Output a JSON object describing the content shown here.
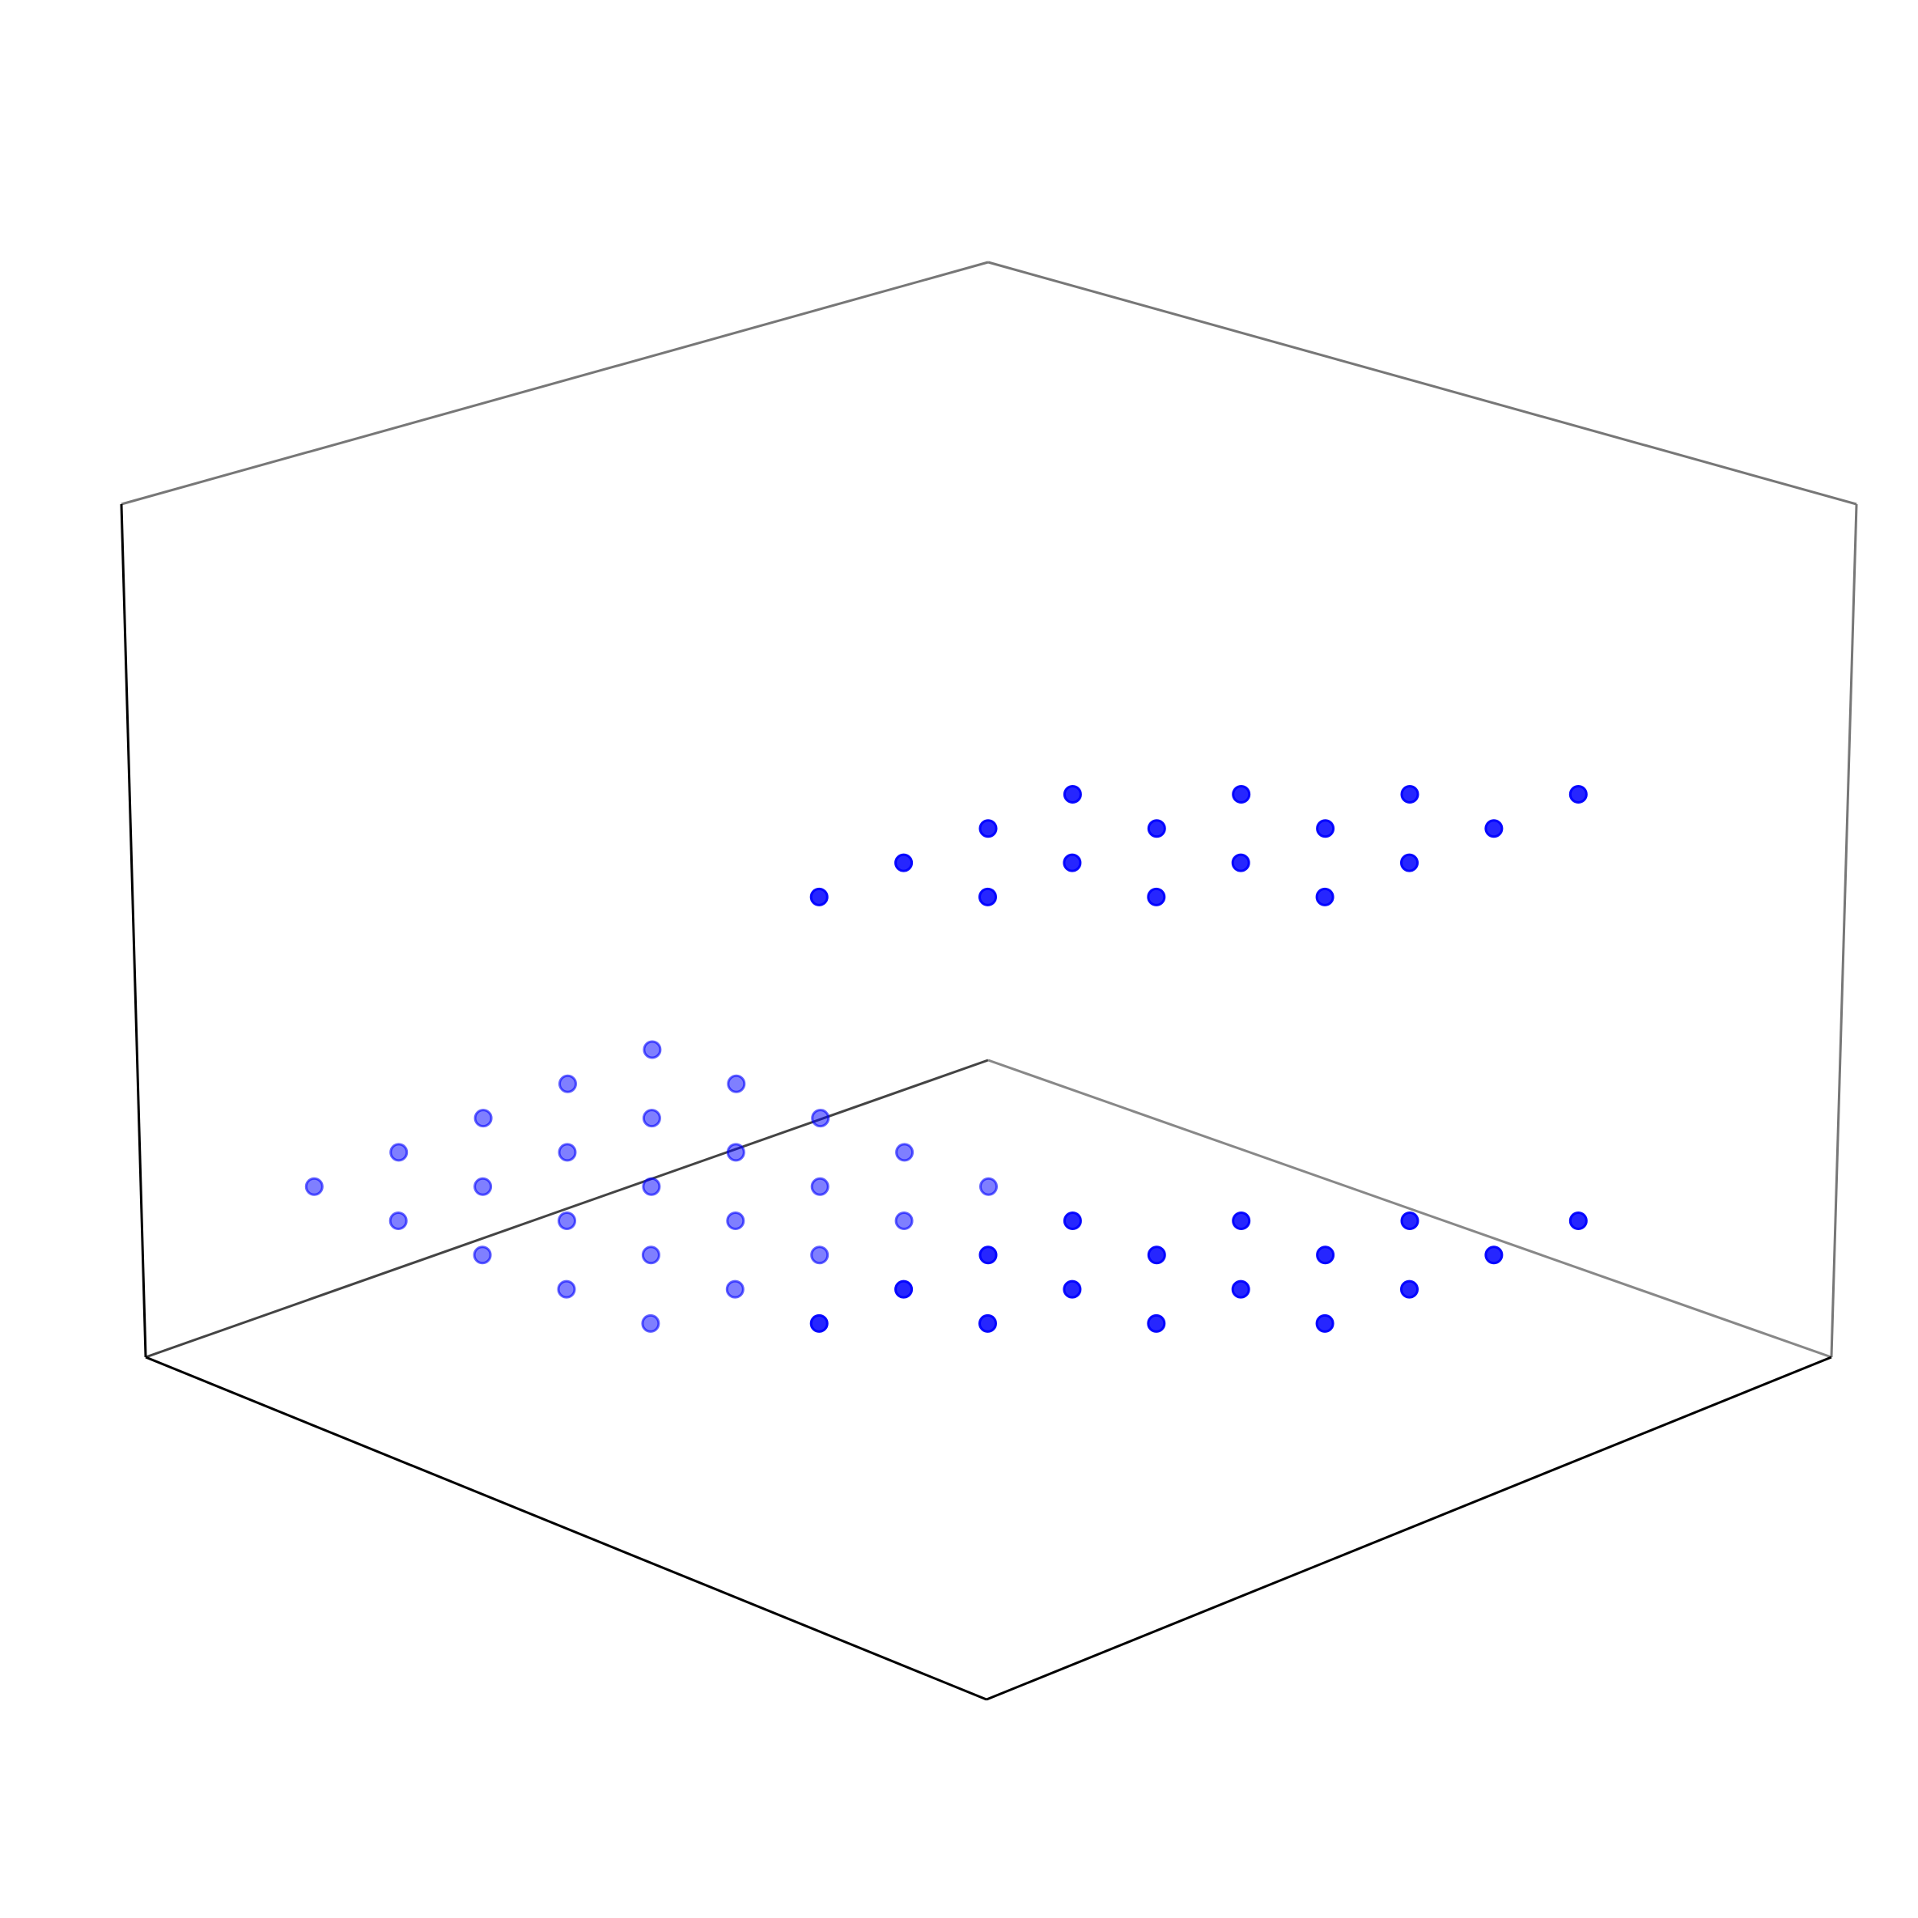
{
  "chart_data": {
    "type": "scatter",
    "dimensions": 3,
    "title": "",
    "xlabel": "",
    "ylabel": "",
    "zlabel": "",
    "grid": false,
    "ticks": false,
    "xlim": [
      0,
      10
    ],
    "ylim": [
      0,
      10
    ],
    "zlim": [
      0,
      10
    ],
    "color": "#0000ff",
    "series": [
      {
        "x": [
          5,
          6,
          7,
          8,
          4,
          5,
          6,
          7,
          3,
          4,
          5,
          6,
          2,
          3,
          4,
          5
        ],
        "y": [
          1,
          1,
          1,
          1,
          2,
          2,
          2,
          2,
          3,
          3,
          3,
          3,
          4,
          4,
          4,
          4
        ],
        "z": [
          7,
          7,
          7,
          7,
          7,
          7,
          7,
          7,
          7,
          7,
          7,
          7,
          7,
          7,
          7,
          7
        ]
      },
      {
        "x": [
          5,
          6,
          7,
          8,
          4,
          5,
          6,
          7,
          3,
          4,
          5,
          6,
          2,
          3,
          4,
          5
        ],
        "y": [
          1,
          1,
          1,
          1,
          2,
          2,
          2,
          2,
          3,
          3,
          3,
          3,
          4,
          4,
          4,
          4
        ],
        "z": [
          2,
          2,
          2,
          2,
          2,
          2,
          2,
          2,
          2,
          2,
          2,
          2,
          2,
          2,
          2,
          2
        ]
      },
      {
        "x": [
          1,
          2,
          3,
          4,
          5,
          1,
          2,
          3,
          4,
          5,
          1,
          2,
          3,
          4,
          5,
          1,
          2,
          3,
          4,
          5,
          1,
          2,
          3,
          4,
          5
        ],
        "y": [
          5,
          5,
          5,
          5,
          5,
          6,
          6,
          6,
          6,
          6,
          7,
          7,
          7,
          7,
          7,
          8,
          8,
          8,
          8,
          8,
          9,
          9,
          9,
          9,
          9
        ],
        "z": [
          2,
          2,
          2,
          2,
          2,
          2,
          2,
          2,
          2,
          2,
          2,
          2,
          2,
          2,
          2,
          2,
          2,
          2,
          2,
          2,
          2,
          2,
          2,
          2,
          2
        ],
        "opacity": 0.5
      }
    ]
  }
}
